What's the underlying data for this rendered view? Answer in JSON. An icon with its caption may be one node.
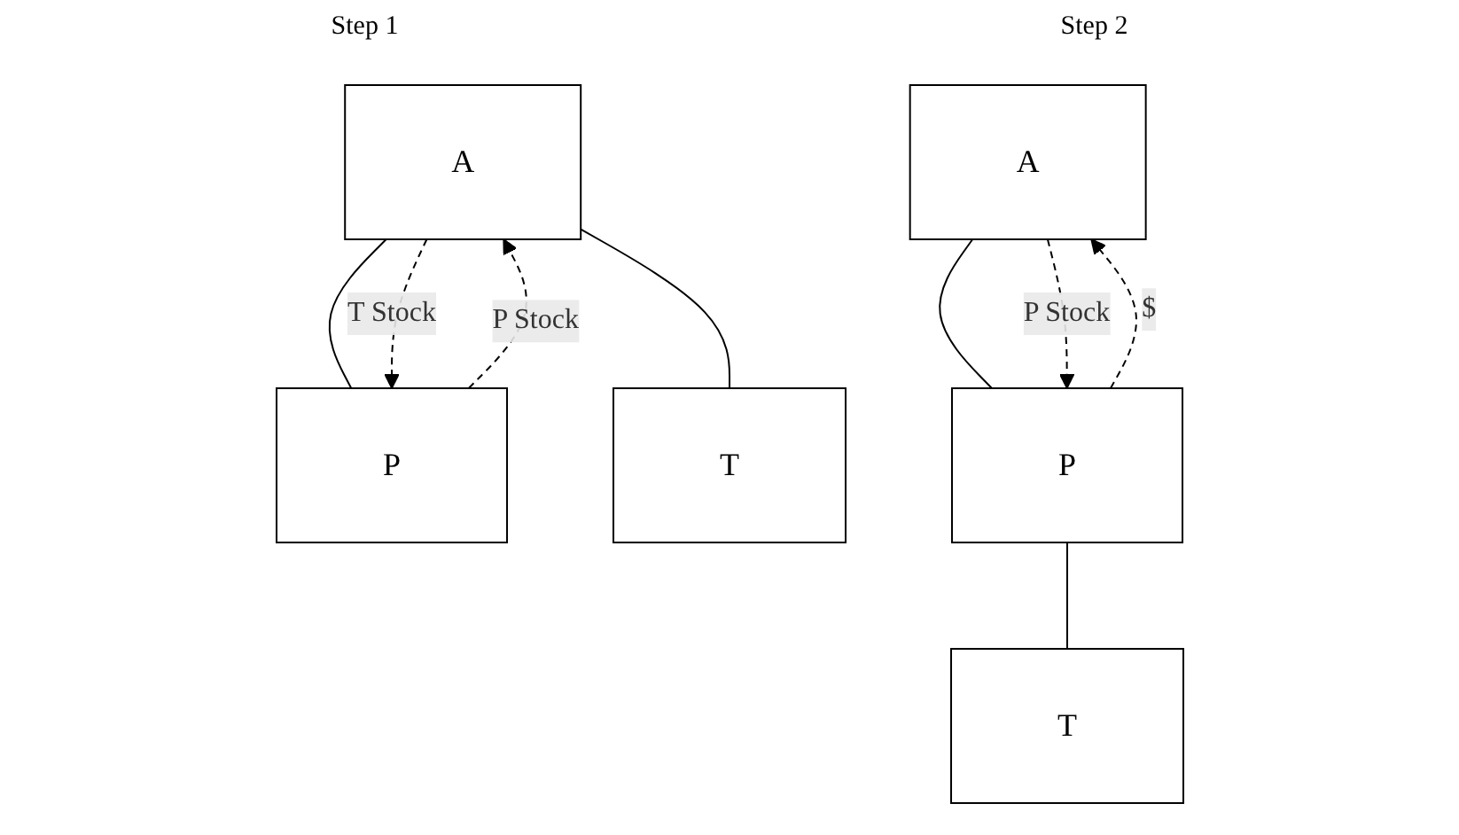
{
  "diagram": {
    "nodes": [
      {
        "text": [
          "A"
        ]
      },
      {
        "text": [
          "P"
        ]
      },
      {
        "text": [
          "T"
        ]
      },
      {
        "text": [
          "A"
        ]
      },
      {
        "text": [
          "P"
        ]
      },
      {
        "text": [
          "T"
        ]
      }
    ],
    "edges": [
      {
        "from": 0,
        "to": 1,
        "arrow": "none"
      },
      {
        "from": 0,
        "to": 2,
        "arrow": "none"
      },
      {
        "from": 0,
        "to": 1,
        "arrow": "to",
        "label": "T Stock",
        "style": "dashed"
      },
      {
        "from": 1,
        "to": 0,
        "arrow": "to",
        "label": "P Stock",
        "style": "dashed"
      },
      {
        "from": 3,
        "to": 4,
        "arrow": "none"
      },
      {
        "from": 4,
        "to": 5,
        "arrow": "none"
      },
      {
        "from": 3,
        "to": 4,
        "arrow": "to",
        "label": "P Stock",
        "style": "dashed"
      },
      {
        "from": 4,
        "to": 3,
        "arrow": "to",
        "label": "$",
        "style": "dashed"
      }
    ],
    "labels": [
      "Step 1",
      "Step 2"
    ]
  }
}
